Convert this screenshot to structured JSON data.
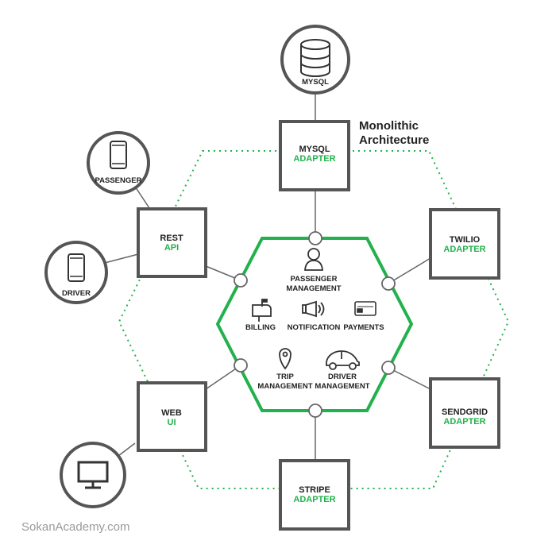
{
  "title": {
    "line1": "Monolithic",
    "line2": "Architecture"
  },
  "watermark": "SokanAcademy.com",
  "colors": {
    "accent": "#22b14c",
    "border": "#555555",
    "text": "#222222",
    "dotted": "#22b14c"
  },
  "core": {
    "passenger_management": {
      "l1": "PASSENGER",
      "l2": "MANAGEMENT",
      "icon": "person-icon"
    },
    "billing": {
      "label": "BILLING",
      "icon": "mailbox-icon"
    },
    "notification": {
      "label": "NOTIFICATION",
      "icon": "megaphone-icon"
    },
    "payments": {
      "label": "PAYMENTS",
      "icon": "credit-card-icon"
    },
    "trip_management": {
      "l1": "TRIP",
      "l2": "MANAGEMENT",
      "icon": "location-pin-icon"
    },
    "driver_management": {
      "l1": "DRIVER",
      "l2": "MANAGEMENT",
      "icon": "car-icon"
    }
  },
  "adapters": {
    "mysql": {
      "l1": "MYSQL",
      "l2": "ADAPTER"
    },
    "rest": {
      "l1": "REST",
      "l2": "API"
    },
    "web": {
      "l1": "WEB",
      "l2": "UI"
    },
    "twilio": {
      "l1": "TWILIO",
      "l2": "ADAPTER"
    },
    "sendgrid": {
      "l1": "SENDGRID",
      "l2": "ADAPTER"
    },
    "stripe": {
      "l1": "STRIPE",
      "l2": "ADAPTER"
    }
  },
  "externals": {
    "mysql_db": {
      "label": "MYSQL",
      "icon": "database-icon"
    },
    "passenger": {
      "label": "PASSENGER",
      "icon": "phone-icon"
    },
    "driver": {
      "label": "DRIVER",
      "icon": "phone-icon"
    },
    "desktop": {
      "label": "",
      "icon": "monitor-icon"
    }
  }
}
